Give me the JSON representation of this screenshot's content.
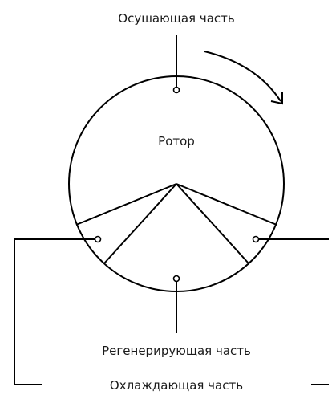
{
  "labels": {
    "drying": "Осушающая часть",
    "rotor": "Ротор",
    "regenerating": "Регенерирующая часть",
    "cooling": "Охлаждающая часть"
  },
  "colors": {
    "stroke": "#000000",
    "text": "#1a1a1a",
    "background": "#ffffff"
  }
}
